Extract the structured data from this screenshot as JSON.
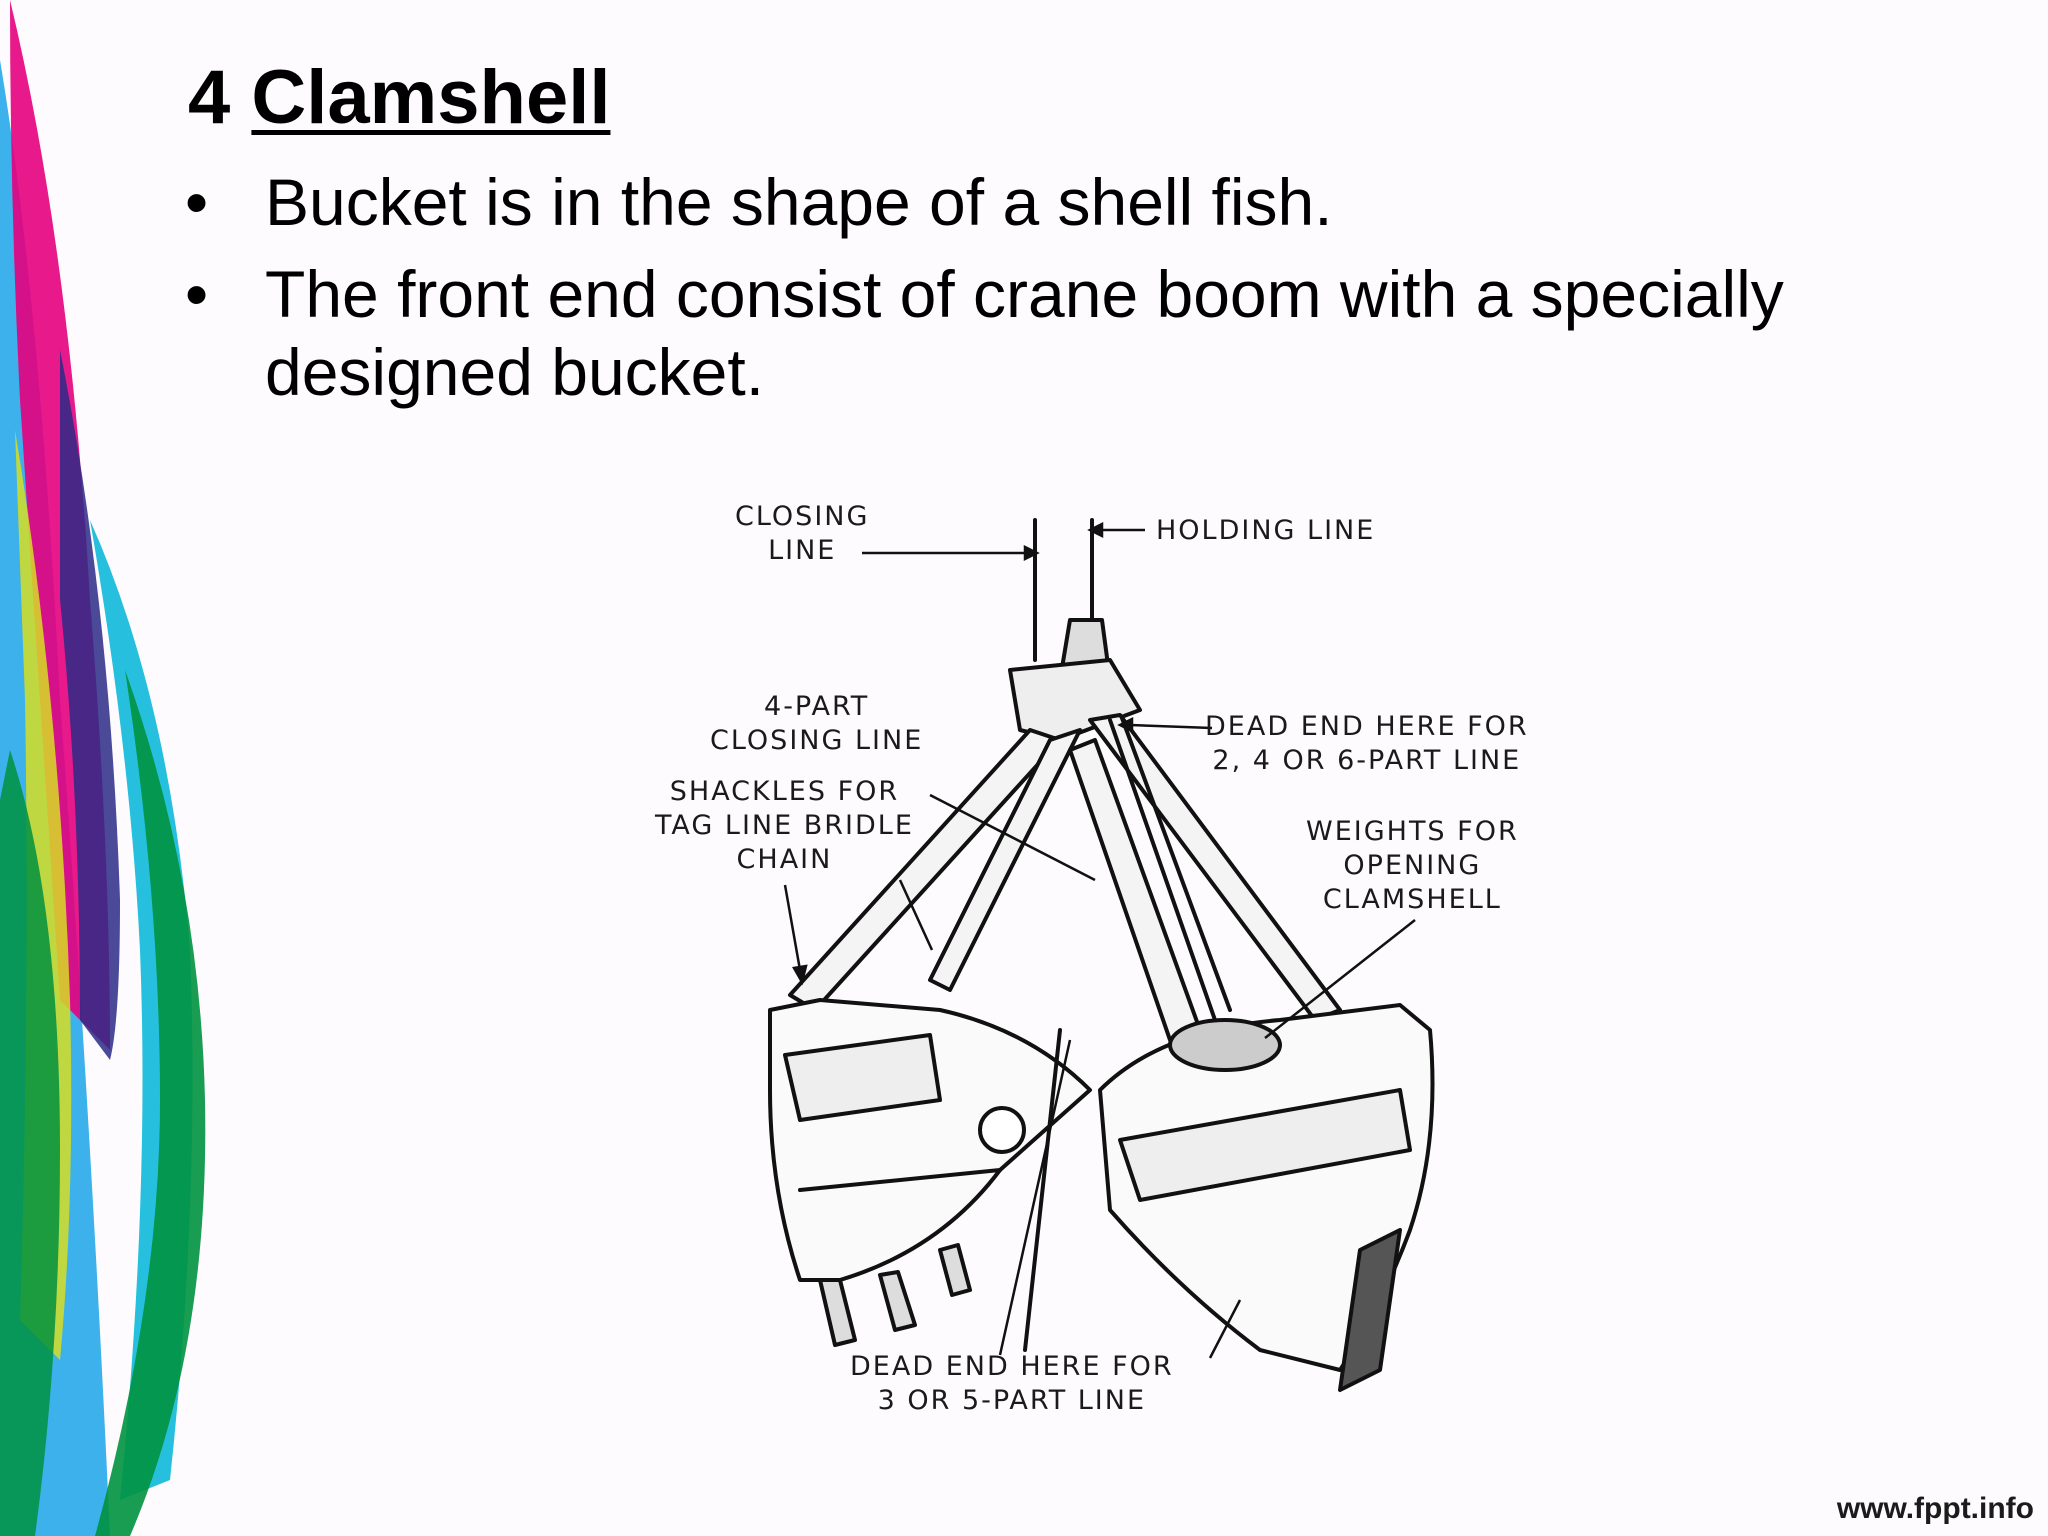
{
  "slide": {
    "number": "4",
    "title": "Clamshell",
    "bullets": [
      "Bucket is in the shape of a shell fish.",
      "The front end consist of crane boom with a specially designed bucket."
    ],
    "bullet_symbol": "•"
  },
  "figure": {
    "labels": {
      "closing_line": "CLOSING\nLINE",
      "holding_line": "HOLDING LINE",
      "four_part_closing_line": "4-PART\nCLOSING LINE",
      "dead_end_top": "DEAD END HERE FOR\n2, 4 OR 6-PART LINE",
      "shackles": "SHACKLES FOR\nTAG LINE BRIDLE\nCHAIN",
      "weights": "WEIGHTS FOR\nOPENING\nCLAMSHELL",
      "dead_end_bottom": "DEAD END HERE FOR\n3 OR 5-PART LINE"
    }
  },
  "footer": {
    "url": "www.fppt.info"
  },
  "colors": {
    "background": "#fdfbfd",
    "decor": [
      "#e6007e",
      "#1aa3e8",
      "#d6de23",
      "#00923f",
      "#2b2a86",
      "#00b5d8"
    ]
  }
}
